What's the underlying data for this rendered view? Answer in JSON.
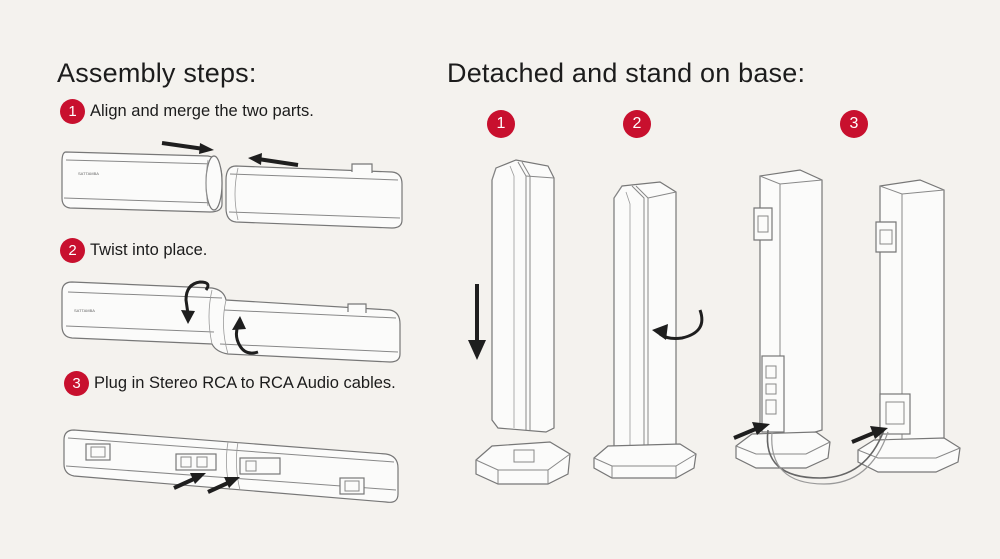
{
  "left_title": "Assembly steps:",
  "right_title": "Detached and stand on base:",
  "steps": [
    {
      "number": "1",
      "text": "Align and merge the two parts."
    },
    {
      "number": "2",
      "text": "Twist into place."
    },
    {
      "number": "3",
      "text": "Plug in Stereo RCA to RCA Audio cables."
    }
  ],
  "stand_steps": [
    "1",
    "2",
    "3"
  ],
  "accent_color": "#c8102e",
  "logo_text": "SATTAMBA"
}
